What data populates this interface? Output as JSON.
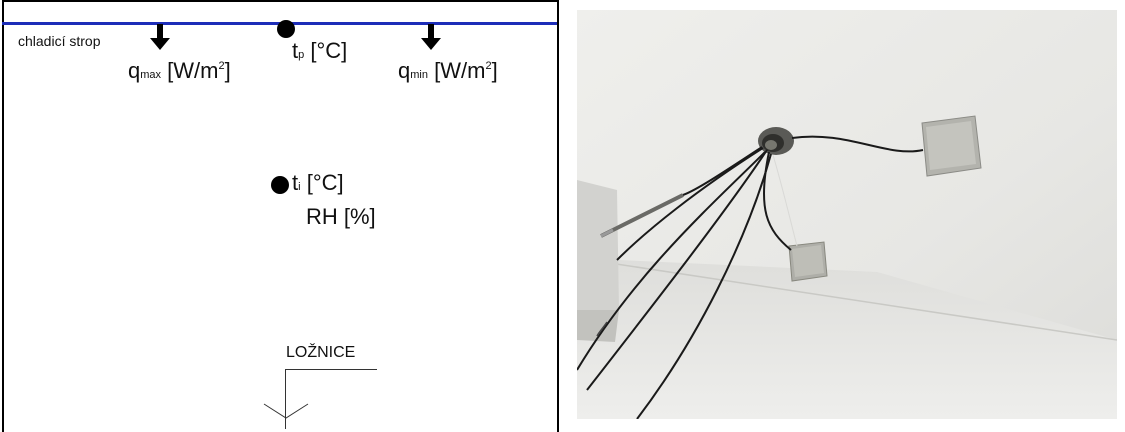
{
  "diagram": {
    "ceiling_label": "chladicí strop",
    "q_max": {
      "symbol": "q",
      "subscript": "max",
      "unit": "[W/m",
      "exponent": "2",
      "close": "]"
    },
    "q_min": {
      "symbol": "q",
      "subscript": "min",
      "unit": "[W/m",
      "exponent": "2",
      "close": "]"
    },
    "t_p": {
      "symbol": "t",
      "subscript": "p",
      "unit": "[°C]"
    },
    "t_i": {
      "symbol": "t",
      "subscript": "i",
      "unit": "[°C]"
    },
    "rh": "RH [%]",
    "room_label": "LOŽNICE",
    "colors": {
      "ceiling_line": "#1d2db8",
      "ink": "#000000"
    }
  },
  "photo": {
    "subject": "ceiling with attached sensors and cables",
    "colors": {
      "wall": "#e9e9e6",
      "cable": "#1a1a1a"
    }
  }
}
